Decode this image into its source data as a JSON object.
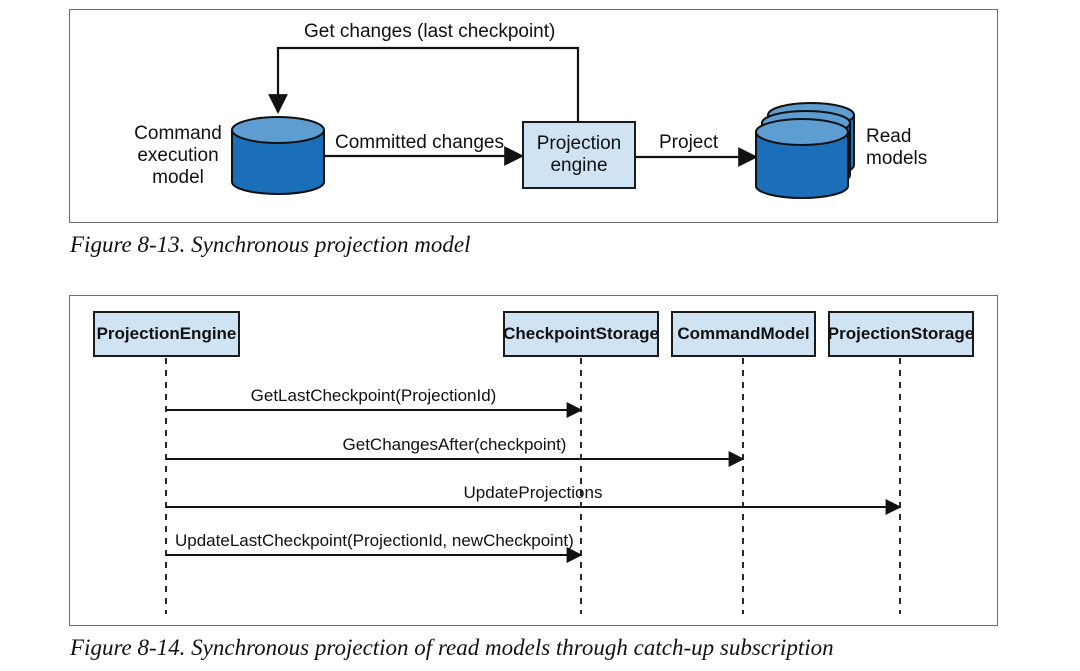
{
  "figure1": {
    "loop_label": "Get changes (last checkpoint)",
    "command_label_line1": "Command",
    "command_label_line2": "execution",
    "command_label_line3": "model",
    "committed_label": "Committed changes",
    "engine_line1": "Projection",
    "engine_line2": "engine",
    "project_label": "Project",
    "read_line1": "Read",
    "read_line2": "models",
    "caption": "Figure 8-13. Synchronous projection model"
  },
  "figure2": {
    "participants": [
      "ProjectionEngine",
      "CheckpointStorage",
      "CommandModel",
      "ProjectionStorage"
    ],
    "messages": [
      "GetLastCheckpoint(ProjectionId)",
      "GetChangesAfter(checkpoint)",
      "UpdateProjections",
      "UpdateLastCheckpoint(ProjectionId, newCheckpoint)"
    ],
    "caption": "Figure 8-14. Synchronous projection of read models through catch-up subscription"
  },
  "colors": {
    "box_fill": "#cfe3f3",
    "db_top": "#5e9dd2",
    "db_body": "#1b6fb8",
    "line": "#1a1a1a"
  }
}
